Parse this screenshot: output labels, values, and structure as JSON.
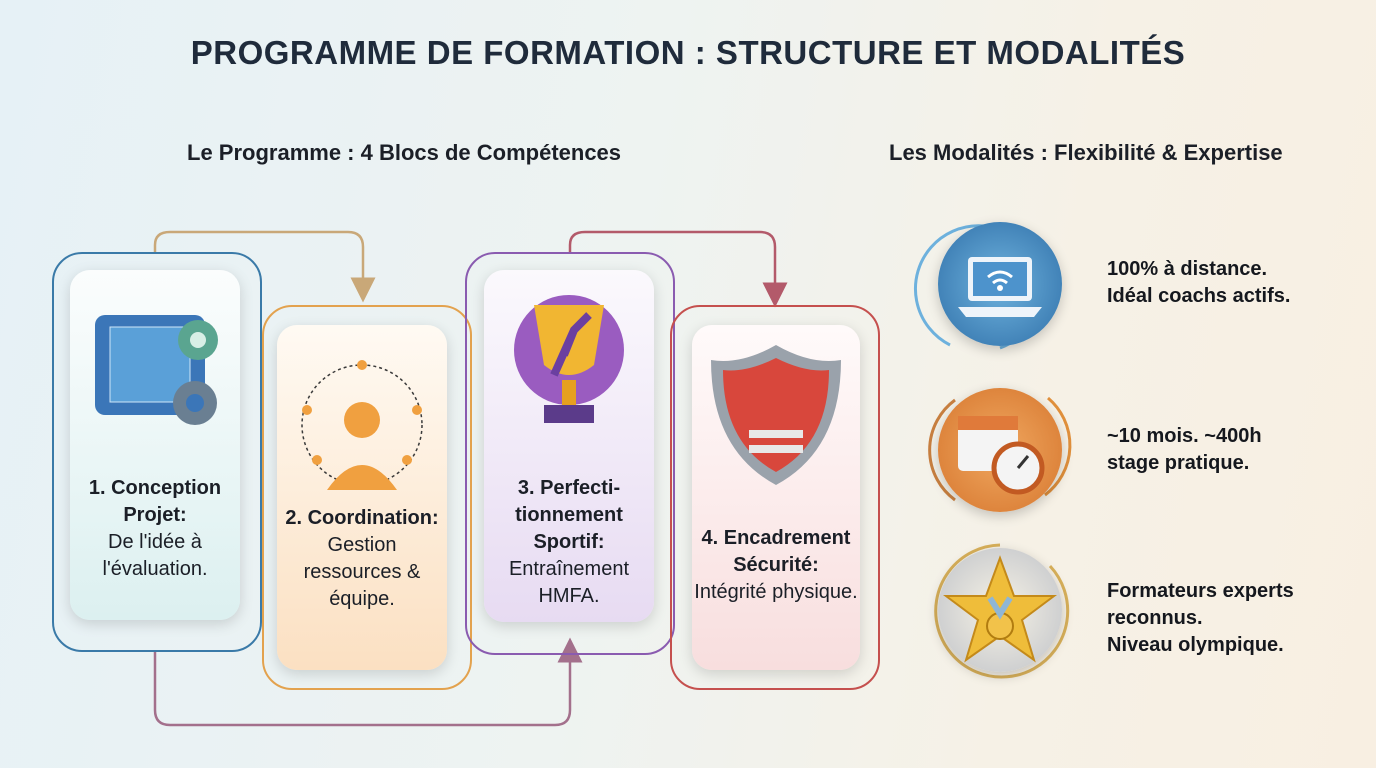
{
  "title": "PROGRAMME DE FORMATION : STRUCTURE ET MODALITÉS",
  "programme": {
    "heading": "Le Programme : 4 Blocs de Compétences",
    "blocks": [
      {
        "title": "1. Conception Projet:",
        "desc": "De l'idée à l'évaluation.",
        "icon": "blueprint-gears-icon",
        "color": "#3a7aa8"
      },
      {
        "title": "2. Coordination:",
        "desc": "Gestion ressources & équipe.",
        "icon": "network-person-icon",
        "color": "#e3a24e"
      },
      {
        "title": "3. Perfecti- tionnement Sportif:",
        "desc": "Entraînement HMFA.",
        "icon": "trophy-athlete-icon",
        "color": "#8a5bb0"
      },
      {
        "title": "4. Encadrement Sécurité:",
        "desc": "Intégrité physique.",
        "icon": "shield-vest-icon",
        "color": "#c5504e"
      }
    ]
  },
  "modalites": {
    "heading": "Les Modalités : Flexibilité & Expertise",
    "items": [
      {
        "lines": [
          "100% à distance.",
          "Idéal coachs actifs."
        ],
        "icon": "laptop-wifi-icon",
        "color": "#3f8fc4"
      },
      {
        "lines": [
          "~10 mois. ~400h",
          "stage pratique."
        ],
        "icon": "calendar-stopwatch-icon",
        "color": "#e0853a"
      },
      {
        "lines": [
          "Formateurs experts",
          "reconnus.",
          "Niveau olympique."
        ],
        "icon": "star-medal-icon",
        "color": "#d9b24a"
      }
    ]
  }
}
